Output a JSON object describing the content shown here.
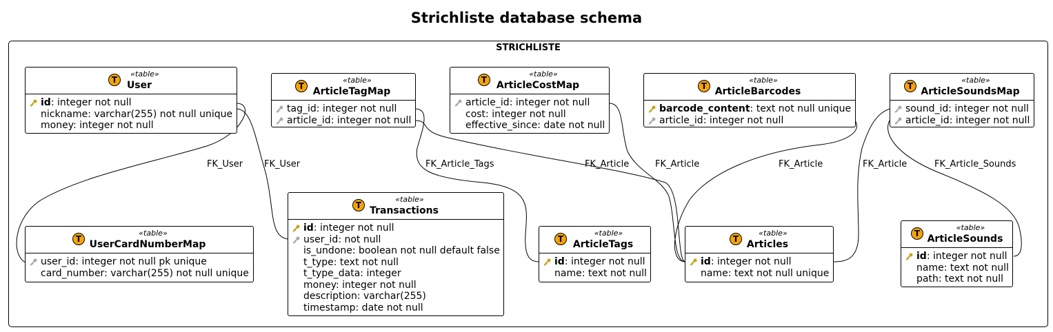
{
  "title": "Strichliste database schema",
  "package": "STRICHLISTE",
  "stereotype": "«table»",
  "icon_letter": "T",
  "colors": {
    "icon": "#f5a30c",
    "pk_key": "#c9a21a",
    "fk_key": "#aaaaaa"
  },
  "entities": {
    "user": {
      "name": "User",
      "fields": [
        {
          "name": "id",
          "type": ": integer not null"
        },
        {
          "name": "",
          "type": "nickname: varchar(255) not null unique"
        },
        {
          "name": "",
          "type": "money: integer not null"
        }
      ]
    },
    "articletagmap": {
      "name": "ArticleTagMap",
      "fields": [
        {
          "name": "",
          "type": "tag_id: integer not null"
        },
        {
          "name": "",
          "type": "article_id: integer not null"
        }
      ]
    },
    "articlecostmap": {
      "name": "ArticleCostMap",
      "fields": [
        {
          "name": "",
          "type": "article_id: integer not null"
        },
        {
          "name": "",
          "type": "cost: integer not null"
        },
        {
          "name": "",
          "type": "effective_since: date not null"
        }
      ]
    },
    "articlebarcodes": {
      "name": "ArticleBarcodes",
      "fields": [
        {
          "name": "barcode_content",
          "type": ": text not null unique"
        },
        {
          "name": "",
          "type": "article_id: integer not null"
        }
      ]
    },
    "articlesoundsmap": {
      "name": "ArticleSoundsMap",
      "fields": [
        {
          "name": "",
          "type": "sound_id: integer not null"
        },
        {
          "name": "",
          "type": "article_id: integer not null"
        }
      ]
    },
    "usercardnumbermap": {
      "name": "UserCardNumberMap",
      "fields": [
        {
          "name": "",
          "type": "user_id: integer not null pk unique"
        },
        {
          "name": "",
          "type": "card_number: varchar(255) not null unique"
        }
      ]
    },
    "transactions": {
      "name": "Transactions",
      "fields": [
        {
          "name": "id",
          "type": ": integer not null"
        },
        {
          "name": "",
          "type": "user_id: not null"
        },
        {
          "name": "",
          "type": "is_undone: boolean not null default false"
        },
        {
          "name": "",
          "type": "t_type: text not null"
        },
        {
          "name": "",
          "type": "t_type_data: integer"
        },
        {
          "name": "",
          "type": "money: integer not null"
        },
        {
          "name": "",
          "type": "description: varchar(255)"
        },
        {
          "name": "",
          "type": "timestamp: date not null"
        }
      ]
    },
    "articletags": {
      "name": "ArticleTags",
      "fields": [
        {
          "name": "id",
          "type": ": integer not null"
        },
        {
          "name": "",
          "type": "name: text not null"
        }
      ]
    },
    "articles": {
      "name": "Articles",
      "fields": [
        {
          "name": "id",
          "type": ": integer not null"
        },
        {
          "name": "",
          "type": "name: text not null unique"
        }
      ]
    },
    "articlesounds": {
      "name": "ArticleSounds",
      "fields": [
        {
          "name": "id",
          "type": ": integer not null"
        },
        {
          "name": "",
          "type": "name: text not null"
        },
        {
          "name": "",
          "type": "path: text not null"
        }
      ]
    }
  },
  "edges": {
    "fk_user_1": "FK_User",
    "fk_user_2": "FK_User",
    "fk_article_tags": "FK_Article_Tags",
    "fk_article_1": "FK_Article",
    "fk_article_2": "FK_Article",
    "fk_article_3": "FK_Article",
    "fk_article_4": "FK_Article",
    "fk_article_sounds": "FK_Article_Sounds"
  }
}
